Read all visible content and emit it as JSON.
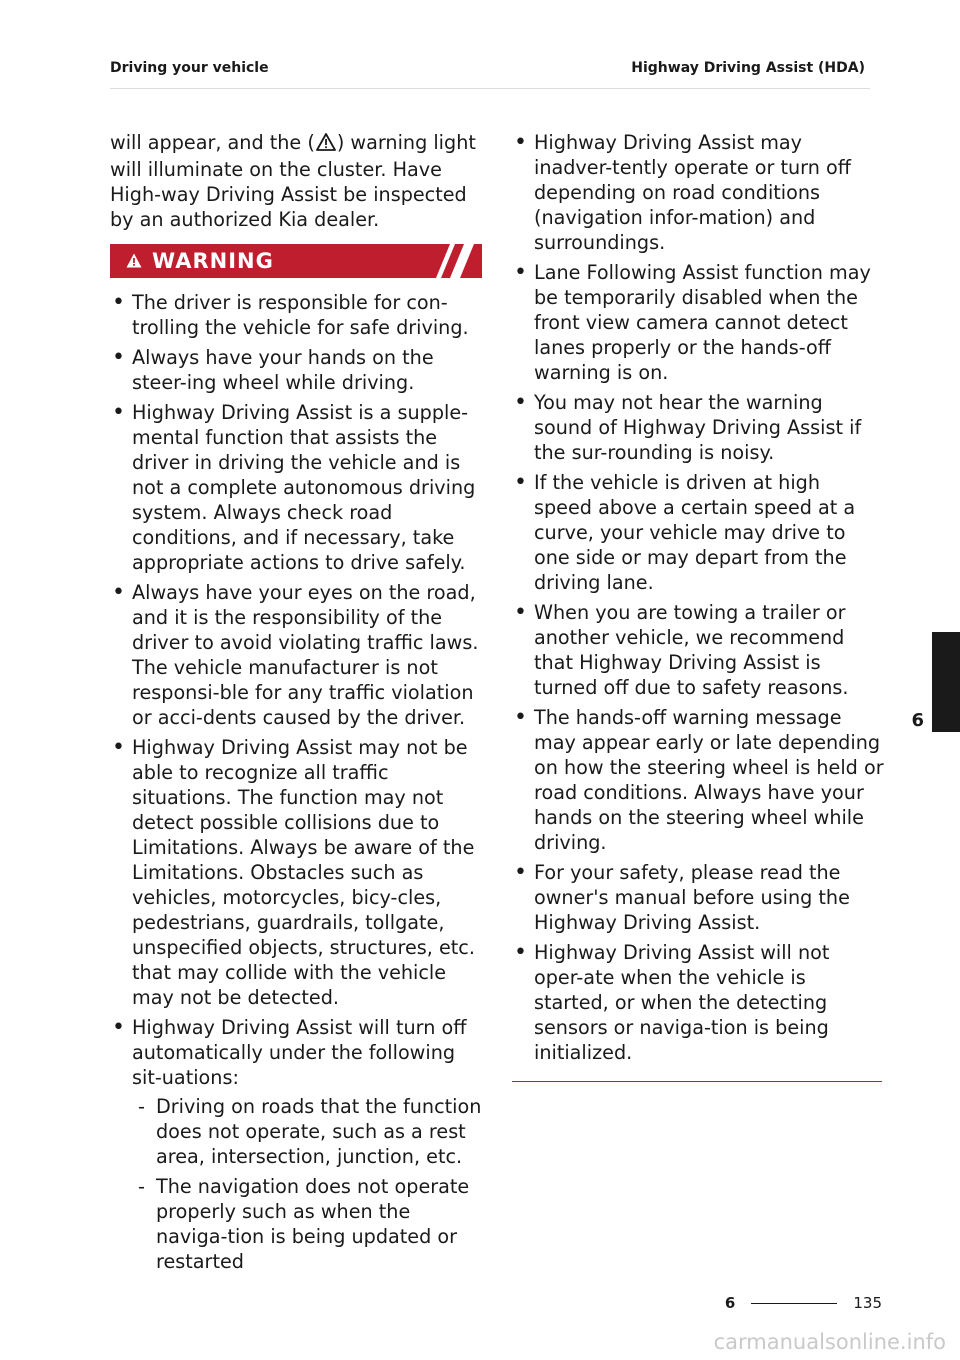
{
  "header": {
    "left": "Driving your vehicle",
    "right": "Highway Driving Assist (HDA)"
  },
  "intro": {
    "before_icon": "will appear, and the (",
    "icon": "warning-triangle-icon",
    "after_icon": ") warning light will illuminate on the cluster. Have High-way Driving Assist be inspected by an authorized Kia dealer."
  },
  "warning": {
    "title": "WARNING",
    "color": "#be1e2d"
  },
  "left_bullets": [
    "The driver is responsible for con-trolling the vehicle for safe driving.",
    "Always have your hands on the steer-ing wheel while driving.",
    "Highway Driving Assist is a supple-mental function that assists the driver in driving the vehicle and is not a complete autonomous driving system. Always check road conditions, and if necessary, take appropriate actions to drive safely.",
    "Always have your eyes on the road, and it is the responsibility of the driver to avoid violating traffic laws. The vehicle manufacturer is not responsi-ble for any traffic violation or acci-dents caused by the driver.",
    "Highway Driving Assist may not be able to recognize all traffic situations. The function may not detect possible collisions due to Limitations. Always be aware of the Limitations. Obstacles such as vehicles, motorcycles, bicy-cles, pedestrians, guardrails, tollgate, unspecified objects, structures, etc. that may collide with the vehicle may not be detected.",
    "Highway Driving Assist will turn off automatically under the following sit-uations:"
  ],
  "left_sub_bullets": [
    "Driving on roads that the function does not operate, such as a rest area, intersection, junction, etc.",
    "The navigation does not operate properly such as when the naviga-tion is being updated or restarted"
  ],
  "right_bullets": [
    "Highway Driving Assist may inadver-tently operate or turn off depending on road conditions (navigation infor-mation) and surroundings.",
    "Lane Following Assist function may be temporarily disabled when the front view camera cannot detect lanes properly or the hands-off warning is on.",
    "You may not hear the warning sound of Highway Driving Assist if the sur-rounding is noisy.",
    "If the vehicle is driven at high speed above a certain speed at a curve, your vehicle may drive to one side or may depart from the driving lane.",
    "When you are towing a trailer or another vehicle, we recommend that Highway Driving Assist is turned off due to safety reasons.",
    "The hands-off warning message may appear early or late depending on how the steering wheel is held or road conditions. Always have your hands on the steering wheel while driving.",
    "For your safety, please read the owner's manual before using the Highway Driving Assist.",
    "Highway Driving Assist will not oper-ate when the vehicle is started, or when the detecting sensors or naviga-tion is being initialized."
  ],
  "chapter_tab": "6",
  "footer": {
    "chapter": "6",
    "page": "135"
  },
  "watermark": "carmanualsonline.info"
}
